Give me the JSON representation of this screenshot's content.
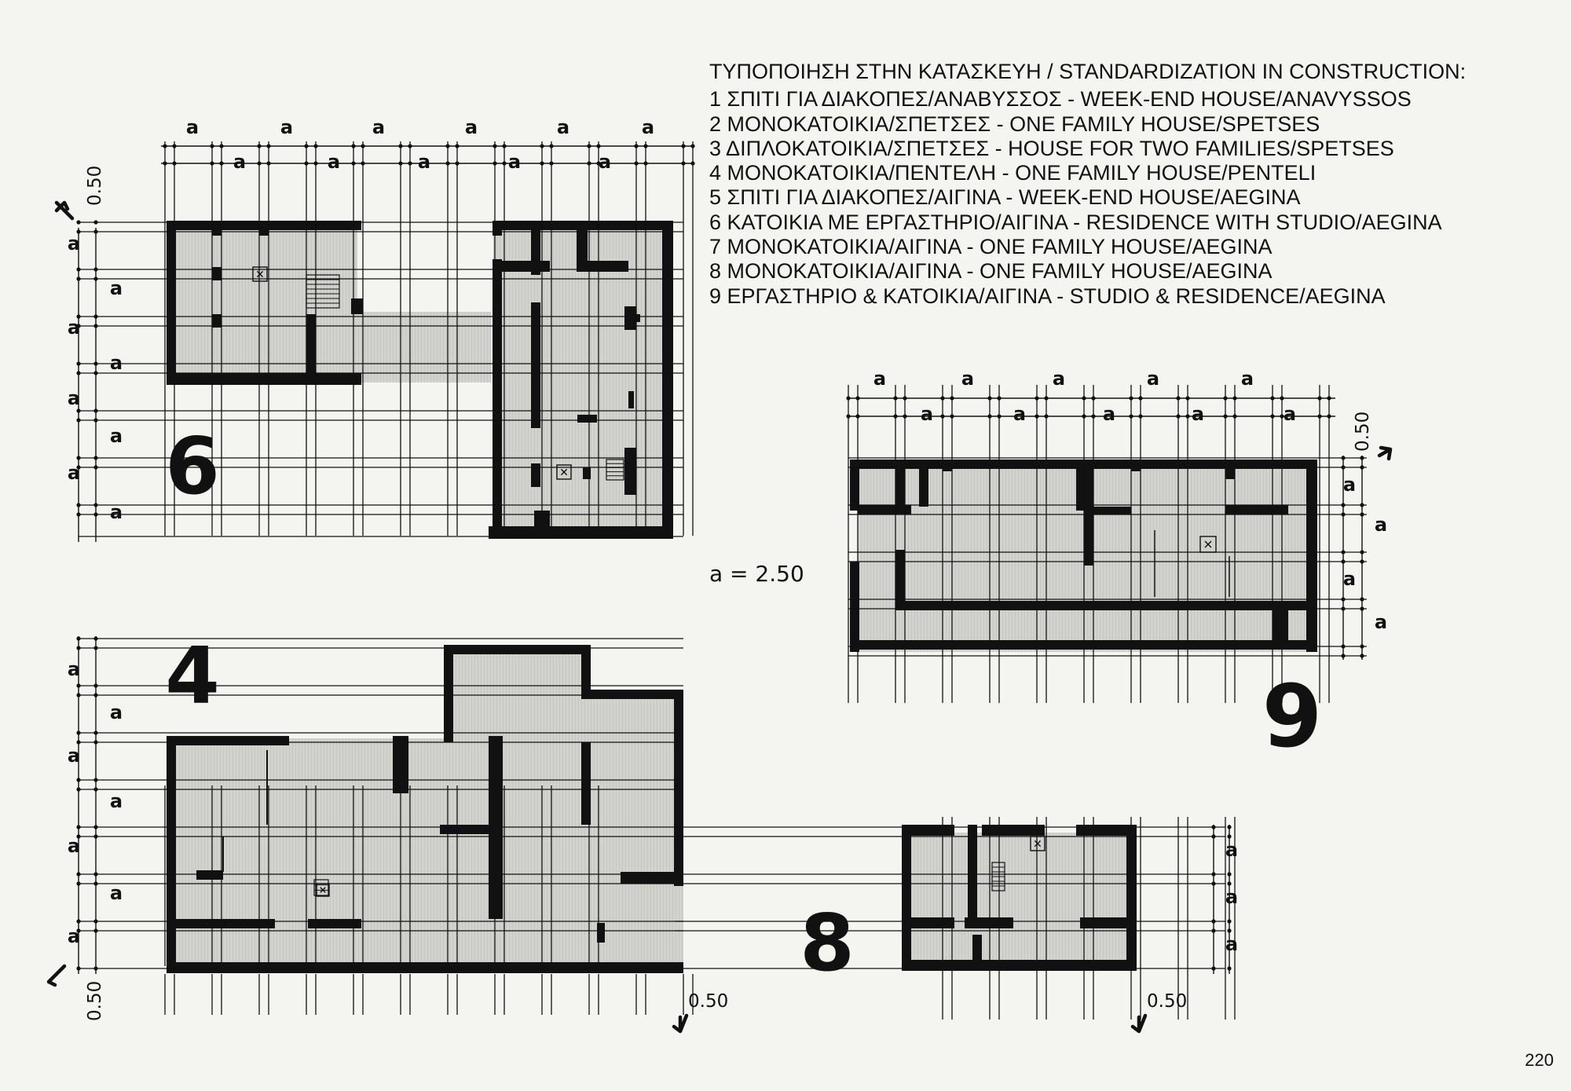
{
  "legend": {
    "title": "ΤΥΠΟΠΟΙΗΣΗ ΣΤΗΝ ΚΑΤΑΣΚΕΥΗ / STANDARDIZATION IN CONSTRUCTION:",
    "items": [
      "1 ΣΠΙΤΙ ΓΙΑ ΔΙΑΚΟΠΕΣ/ΑΝΑΒΥΣΣΟΣ - WEEK-END HOUSE/ANAVYSSOS",
      "2 ΜΟΝΟΚΑΤΟΙΚΙΑ/ΣΠΕΤΣΕΣ - ONE FAMILY HOUSE/SPETSES",
      "3 ΔΙΠΛΟΚΑΤΟΙΚΙΑ/ΣΠΕΤΣΕΣ - HOUSE FOR TWO FAMILIES/SPETSES",
      "4 ΜΟΝΟΚΑΤΟΙΚΙΑ/ΠΕΝΤΕΛΗ - ONE FAMILY HOUSE/PENTELI",
      "5 ΣΠΙΤΙ ΓΙΑ ΔΙΑΚΟΠΕΣ/ΑΙΓΙΝΑ - WEEK-END HOUSE/AEGINA",
      "6 ΚΑΤΟΙΚΙΑ ΜΕ ΕΡΓΑΣΤΗΡΙΟ/ΑΙΓΙΝΑ - RESIDENCE WITH STUDIO/AEGINA",
      "7 ΜΟΝΟΚΑΤΟΙΚΙΑ/ΑΙΓΙΝΑ - ONE FAMILY HOUSE/AEGINA",
      "8 ΜΟΝΟΚΑΤΟΙΚΙΑ/ΑΙΓΙΝΑ - ONE FAMILY HOUSE/AEGINA",
      "9 ΕΡΓΑΣΤΗΡΙΟ & ΚΑΤΟΙΚΙΑ/ΑΙΓΙΝΑ - STUDIO & RESIDENCE/AEGINA"
    ]
  },
  "module_symbol": "a",
  "module_definition": "a = 2.50",
  "offset_label": "0.50",
  "plan_numbers": {
    "six": "6",
    "four": "4",
    "nine": "9",
    "eight": "8"
  },
  "page_number": "220",
  "colors": {
    "ink": "#111111",
    "hatch": "#c9c9c6",
    "paper": "#f4f4f1"
  }
}
